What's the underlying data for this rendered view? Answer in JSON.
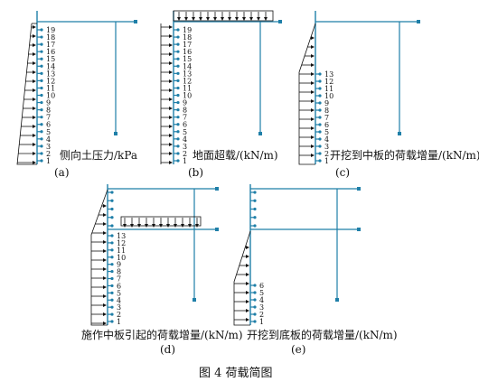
{
  "panels": [
    {
      "id": "a",
      "unit": "侧向土压力/kPa",
      "sub": "(a)",
      "labels": [
        "19",
        "18",
        "17",
        "16",
        "15",
        "14",
        "13",
        "12",
        "11",
        "10",
        "9",
        "8",
        "7",
        "6",
        "5",
        "4",
        "3",
        "2",
        "1"
      ]
    },
    {
      "id": "b",
      "unit": "地面超载/(kN/m)",
      "sub": "(b)",
      "labels": [
        "19",
        "18",
        "17",
        "16",
        "15",
        "14",
        "13",
        "12",
        "11",
        "10",
        "9",
        "8",
        "7",
        "6",
        "5",
        "4",
        "3",
        "2",
        "1"
      ]
    },
    {
      "id": "c",
      "unit": "开挖到中板的荷载增量/(kN/m)",
      "sub": "(c)",
      "labels": [
        "13",
        "12",
        "11",
        "10",
        "9",
        "8",
        "7",
        "6",
        "5",
        "4",
        "3",
        "2",
        "1"
      ]
    },
    {
      "id": "d",
      "unit": "施作中板引起的荷载增量/(kN/m)",
      "sub": "(d)",
      "labels": [
        "13",
        "12",
        "11",
        "10",
        "9",
        "8",
        "7",
        "6",
        "5",
        "4",
        "3",
        "2",
        "1"
      ]
    },
    {
      "id": "e",
      "unit": "开挖到底板的荷载增量/(kN/m)",
      "sub": "(e)",
      "labels": [
        "6",
        "5",
        "4",
        "3",
        "2",
        "1"
      ]
    }
  ],
  "figure_caption": "图 4    荷载简图",
  "colors": {
    "frame": "#1f7fa8",
    "load": "#111111"
  }
}
